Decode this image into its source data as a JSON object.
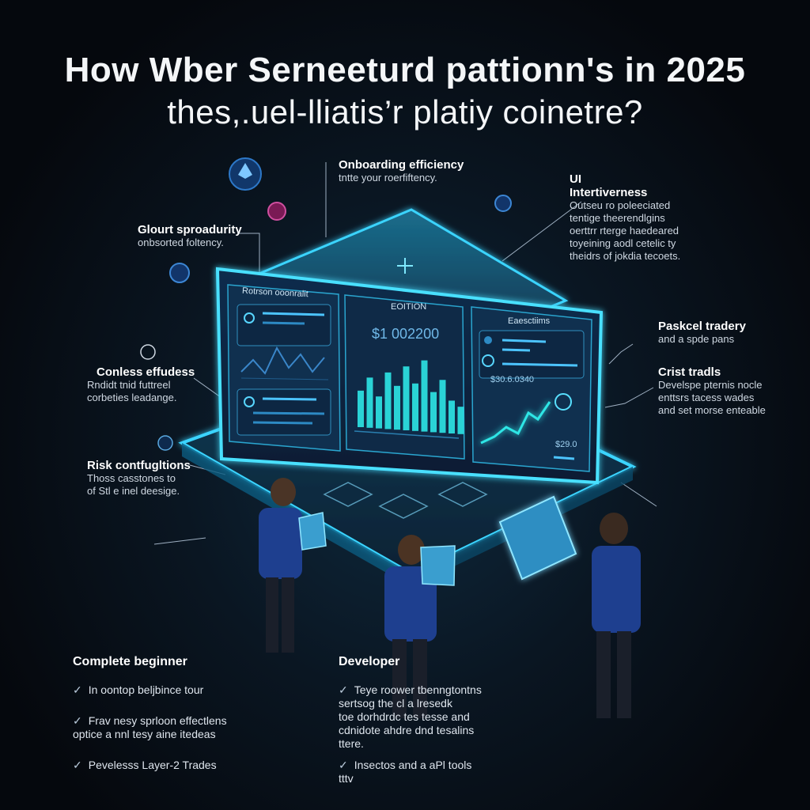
{
  "header": {
    "line1": "How Wber Serneeturd pattionn's in 2025",
    "line2": "thes,.uel-lliatis’r platiy coinetre?"
  },
  "callouts": {
    "onboarding": {
      "title": "Onboarding efficiency",
      "sub": "tntte your roerfiftency."
    },
    "ui": {
      "title": "UI",
      "title2": "Intertiverness",
      "sub": [
        "Outseu ro poleeciated",
        "tentige theerendlgins",
        "oerttrr rterge haedeared",
        "toyeining aodl cetelic ty",
        "theidrs of jokdia tecoets."
      ]
    },
    "gloursp": {
      "title": "Glourt sproadurity",
      "sub": "onbsorted foltency."
    },
    "paskcel": {
      "title": "Paskcel tradery",
      "sub": "and a spde pans"
    },
    "conless": {
      "title": "Conless effudess",
      "sub": [
        "Rndidt tnid futtreel",
        "corbeties leadange."
      ]
    },
    "crist": {
      "title": "Crist tradls",
      "sub": [
        "Develspe pternis nocle",
        "enttsrs tacess wades",
        "and set morse enteable"
      ]
    },
    "risk": {
      "title": "Risk contfugltions",
      "sub": [
        "Thoss casstones to",
        "of Stl e inel deesige."
      ]
    }
  },
  "dashboard": {
    "panel_left_title": "Rotrson ooonralit",
    "panel_center_title": "EOITION",
    "panel_center_value": "$1 002200",
    "panel_right_title": "Eaesctiims",
    "panel_right_value": "$30.6.0340",
    "panel_right_value2": "$29.0"
  },
  "lists": {
    "beginner": {
      "title": "Complete beginner",
      "items": [
        "In oontop beljbince tour",
        "Frav nesy sprloon effectlens\noptice a nnl tesy aine itedeas",
        "Pevelesss Layer-2 Trades"
      ]
    },
    "developer": {
      "title": "Developer",
      "items": [
        "Teye roower tbenngtontns\nsertsog the cl a lresedk\ntoe dorhdrdc tes tesse and\ncdnidote ahdre dnd tesalins\nttere.",
        "Insectos and a aPl tools\ntttv"
      ]
    }
  },
  "colors": {
    "accent": "#38d6ff",
    "glow": "#1ab4ff",
    "bar": "#2ee6e6",
    "person_shirt": "#1e3f8f"
  },
  "chart_data": {
    "type": "bar",
    "categories": [],
    "values": [
      40,
      55,
      35,
      62,
      48,
      70,
      52,
      78,
      44,
      58,
      36,
      30
    ],
    "title": "",
    "xlabel": "",
    "ylabel": ""
  }
}
